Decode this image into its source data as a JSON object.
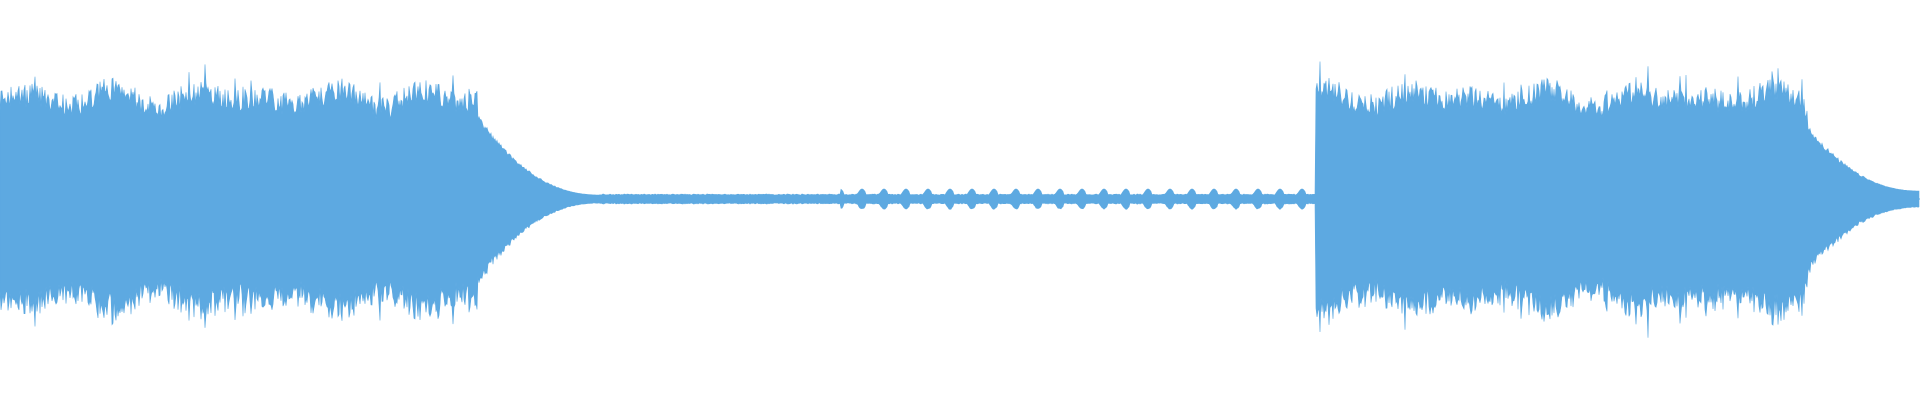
{
  "waveform": {
    "color": "#5DA9E1",
    "background": "#FFFFFF",
    "duration_description_visible": false,
    "segments": [
      {
        "name": "loud-section-1",
        "type": "sustained",
        "amplitude": 0.55,
        "jitter": 0.12
      },
      {
        "name": "decay-tail-1",
        "type": "decay",
        "start_amplitude": 0.4,
        "end_amplitude": 0.02
      },
      {
        "name": "quiet-section",
        "type": "sparse-pulses",
        "amplitude": 0.025,
        "pulse_amplitude": 0.05
      },
      {
        "name": "loud-section-2",
        "type": "sustained",
        "amplitude": 0.55,
        "jitter": 0.12
      },
      {
        "name": "decay-tail-2",
        "type": "decay",
        "start_amplitude": 0.35,
        "end_amplitude": 0.04
      }
    ]
  }
}
